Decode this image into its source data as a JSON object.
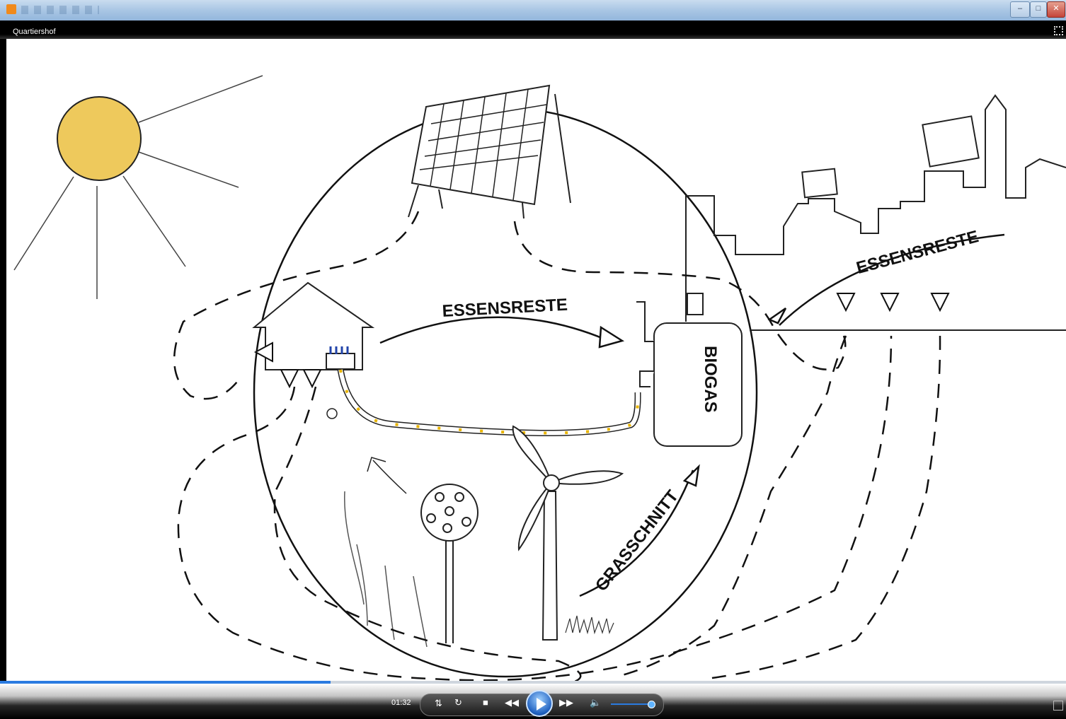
{
  "player": {
    "title": "Quartiershof",
    "time": "01:32",
    "progress_fraction": 0.31,
    "volume_fraction": 0.95
  },
  "diagram": {
    "labels": {
      "essensreste_center": "ESSENSRESTE",
      "essensreste_right": "ESSENSRESTE",
      "biogas": "BIOGAS",
      "grasschnitt": "GRASSCHNITT"
    }
  },
  "colors": {
    "sun": "#eec95c",
    "pipe_dots": "#e8b400",
    "accent": "#2a7be0"
  },
  "icons": {
    "play": "play-icon",
    "stop": "stop-icon",
    "previous": "rewind-icon",
    "next": "fast-forward-icon",
    "shuffle": "shuffle-icon",
    "repeat": "repeat-icon",
    "volume": "speaker-icon",
    "fullscreen": "fullscreen-icon"
  }
}
